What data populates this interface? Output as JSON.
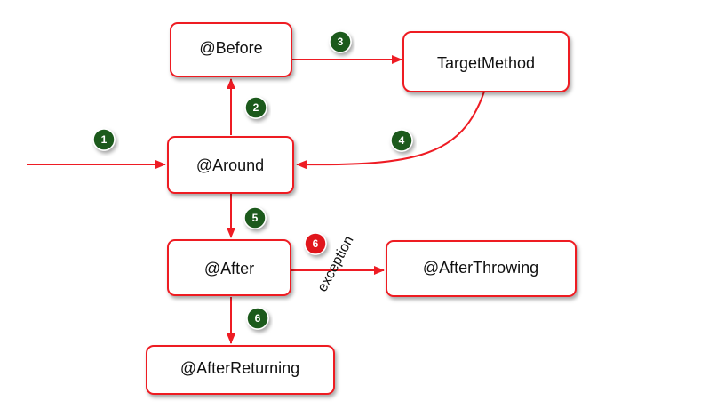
{
  "colors": {
    "edge": "#ee1c24",
    "node_border": "#ee1c24",
    "badge_green": "#1f5a1f",
    "badge_red": "#e0191f"
  },
  "nodes": {
    "before": "@Before",
    "target": "TargetMethod",
    "around": "@Around",
    "after": "@After",
    "after_throwing": "@AfterThrowing",
    "after_returning": "@AfterReturning"
  },
  "steps": {
    "s1": "1",
    "s2": "2",
    "s3": "3",
    "s4": "4",
    "s5": "5",
    "s6_exception": "6",
    "s6_return": "6"
  },
  "edge_labels": {
    "exception": "exception"
  }
}
